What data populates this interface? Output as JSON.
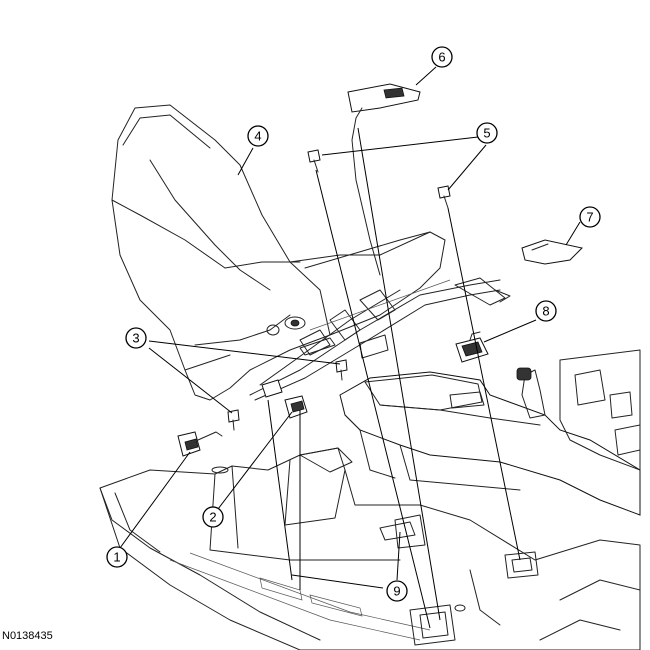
{
  "figure_id": "N0138435",
  "callouts": [
    "1",
    "2",
    "3",
    "4",
    "5",
    "6",
    "7",
    "8",
    "9"
  ]
}
